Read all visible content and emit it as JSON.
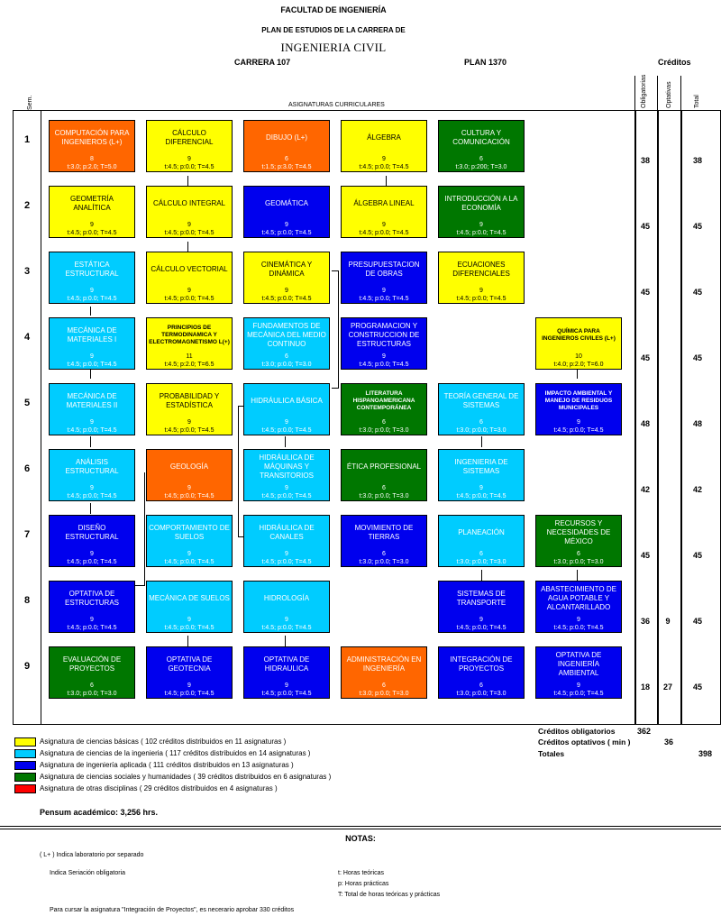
{
  "header": {
    "faculty": "FACULTAD DE INGENIERÍA",
    "plan_title": "PLAN DE ESTUDIOS DE LA CARRERA DE",
    "career": "INGENIERIA CIVIL",
    "career_code": "CARRERA 107",
    "plan": "PLAN 1370",
    "credits": "Créditos",
    "col_obligatorias": "Obligatorias",
    "col_optativas": "Optativas",
    "col_total": "Total",
    "sem": "Sem.",
    "asignaturas": "ASIGNATURAS CURRICULARES"
  },
  "colors": {
    "basicas": "#ffff00",
    "ingenieria": "#00ccff",
    "aplicada": "#0000ee",
    "sociales": "#007700",
    "otras": "#ff6600",
    "legend_otras": "#ff0000"
  },
  "semesters": [
    {
      "num": "1",
      "obl": "38",
      "opt": "",
      "tot": "38",
      "courses": [
        {
          "name": "COMPUTACIÓN PARA INGENIEROS (L+)",
          "cat": "otras",
          "cr": "8",
          "hrs": "t:3.0; p:2.0; T=5.0"
        },
        {
          "name": "CÁLCULO DIFERENCIAL",
          "cat": "basicas",
          "cr": "9",
          "hrs": "t:4.5; p:0.0; T=4.5"
        },
        {
          "name": "DIBUJO  (L+)",
          "cat": "otras",
          "cr": "6",
          "hrs": "t:1.5; p:3.0; T=4.5"
        },
        {
          "name": "ÁLGEBRA",
          "cat": "basicas",
          "cr": "9",
          "hrs": "t:4.5; p:0.0; T=4.5"
        },
        {
          "name": "CULTURA Y COMUNICACIÓN",
          "cat": "sociales",
          "cr": "6",
          "hrs": "t:3.0; p:200; T=3.0"
        }
      ]
    },
    {
      "num": "2",
      "obl": "45",
      "opt": "",
      "tot": "45",
      "courses": [
        {
          "name": "GEOMETRÍA ANALÍTICA",
          "cat": "basicas",
          "cr": "9",
          "hrs": "t:4.5; p:0.0; T=4.5"
        },
        {
          "name": "CÁLCULO INTEGRAL",
          "cat": "basicas",
          "cr": "9",
          "hrs": "t:4.5; p:0.0; T=4.5"
        },
        {
          "name": "GEOMÁTICA",
          "cat": "aplicada",
          "cr": "9",
          "hrs": "t:4.5; p:0.0; T=4.5"
        },
        {
          "name": "ÁLGEBRA LINEAL",
          "cat": "basicas",
          "cr": "9",
          "hrs": "t:4.5; p:0.0; T=4.5"
        },
        {
          "name": "INTRODUCCIÓN A LA ECONOMÍA",
          "cat": "sociales",
          "cr": "9",
          "hrs": "t:4.5; p:0.0; T=4.5"
        }
      ]
    },
    {
      "num": "3",
      "obl": "45",
      "opt": "",
      "tot": "45",
      "courses": [
        {
          "name": "ESTÁTICA ESTRUCTURAL",
          "cat": "ingenieria",
          "cr": "9",
          "hrs": "t:4.5; p:0.0; T=4.5"
        },
        {
          "name": "CÁLCULO VECTORIAL",
          "cat": "basicas",
          "cr": "9",
          "hrs": "t:4.5; p:0.0; T=4.5"
        },
        {
          "name": "CINEMÁTICA Y DINÁMICA",
          "cat": "basicas",
          "cr": "9",
          "hrs": "t:4.5; p:0.0; T=4.5"
        },
        {
          "name": "PRESUPUESTACION DE OBRAS",
          "cat": "aplicada",
          "cr": "9",
          "hrs": "t:4.5; p:0.0; T=4.5"
        },
        {
          "name": "ECUACIONES DIFERENCIALES",
          "cat": "basicas",
          "cr": "9",
          "hrs": "t:4.5; p:0.0; T=4.5"
        }
      ]
    },
    {
      "num": "4",
      "obl": "45",
      "opt": "",
      "tot": "45",
      "courses": [
        {
          "name": "MECÁNICA DE MATERIALES I",
          "cat": "ingenieria",
          "cr": "9",
          "hrs": "t:4.5; p:0.0; T=4.5"
        },
        {
          "name": "PRINCIPIOS DE TERMODINAMICA Y ELECTROMAGNETISMO L(+)",
          "cat": "basicas",
          "cr": "11",
          "hrs": "t:4.5; p:2.0; T=6.5",
          "tiny": true
        },
        {
          "name": "FUNDAMENTOS DE MECÁNICA DEL MEDIO CONTINUO",
          "cat": "ingenieria",
          "cr": "6",
          "hrs": "t:3.0; p:0.0; T=3.0"
        },
        {
          "name": "PROGRAMACION Y CONSTRUCCION DE ESTRUCTURAS",
          "cat": "aplicada",
          "cr": "9",
          "hrs": "t:4.5; p:0.0; T=4.5"
        },
        null,
        {
          "name": "QUÍMICA PARA INGENIEROS CIVILES (L+)",
          "cat": "basicas",
          "cr": "10",
          "hrs": "t:4.0; p:2.0; T=6.0",
          "tiny": true
        }
      ]
    },
    {
      "num": "5",
      "obl": "48",
      "opt": "",
      "tot": "48",
      "courses": [
        {
          "name": "MECÁNICA DE MATERIALES II",
          "cat": "ingenieria",
          "cr": "9",
          "hrs": "t:4.5; p:0.0; T=4.5"
        },
        {
          "name": "PROBABILIDAD Y ESTADÍSTICA",
          "cat": "basicas",
          "cr": "9",
          "hrs": "t:4.5; p:0.0; T=4.5"
        },
        {
          "name": "HIDRÁULICA BÁSICA",
          "cat": "ingenieria",
          "cr": "9",
          "hrs": "t:4.5; p:0.0; T=4.5"
        },
        {
          "name": "LITERATURA HISPANOAMERICANA CONTEMPORÁNEA",
          "cat": "sociales",
          "cr": "6",
          "hrs": "t:3.0; p:0.0; T=3.0",
          "tiny": true
        },
        {
          "name": "TEORÍA GENERAL DE SISTEMAS",
          "cat": "ingenieria",
          "cr": "6",
          "hrs": "t:3.0; p:0.0; T=3.0"
        },
        {
          "name": "IMPACTO AMBIENTAL Y MANEJO DE RESIDUOS MUNICIPALES",
          "cat": "aplicada",
          "cr": "9",
          "hrs": "t:4.5; p:0.0; T=4.5",
          "tiny": true
        }
      ]
    },
    {
      "num": "6",
      "obl": "42",
      "opt": "",
      "tot": "42",
      "courses": [
        {
          "name": "ANÁLISIS ESTRUCTURAL",
          "cat": "ingenieria",
          "cr": "9",
          "hrs": "t:4.5; p:0.0; T=4.5"
        },
        {
          "name": "GEOLOGÍA",
          "cat": "otras",
          "cr": "9",
          "hrs": "t:4.5; p:0.0; T=4.5"
        },
        {
          "name": "HIDRÁULICA DE MÁQUINAS Y TRANSITORIOS",
          "cat": "ingenieria",
          "cr": "9",
          "hrs": "t:4.5; p:0.0; T=4.5"
        },
        {
          "name": "ÉTICA PROFESIONAL",
          "cat": "sociales",
          "cr": "6",
          "hrs": "t:3.0; p:0.0; T=3.0"
        },
        {
          "name": "INGENIERIA DE SISTEMAS",
          "cat": "ingenieria",
          "cr": "9",
          "hrs": "t:4.5; p:0.0; T=4.5"
        }
      ]
    },
    {
      "num": "7",
      "obl": "45",
      "opt": "",
      "tot": "45",
      "courses": [
        {
          "name": "DISEÑO ESTRUCTURAL",
          "cat": "aplicada",
          "cr": "9",
          "hrs": "t:4.5; p:0.0; T=4.5"
        },
        {
          "name": "COMPORTAMIENTO DE SUELOS",
          "cat": "ingenieria",
          "cr": "9",
          "hrs": "t:4.5; p:0.0; T=4.5"
        },
        {
          "name": "HIDRÁULICA DE CANALES",
          "cat": "ingenieria",
          "cr": "9",
          "hrs": "t:4.5; p:0.0; T=4.5"
        },
        {
          "name": "MOVIMIENTO DE TIERRAS",
          "cat": "aplicada",
          "cr": "6",
          "hrs": "t:3.0; p:0.0; T=3.0"
        },
        {
          "name": "PLANEACIÓN",
          "cat": "ingenieria",
          "cr": "6",
          "hrs": "t:3.0; p:0.0; T=3.0"
        },
        {
          "name": "RECURSOS Y NECESIDADES DE MÉXICO",
          "cat": "sociales",
          "cr": "6",
          "hrs": "t:3.0; p:0.0; T=3.0"
        }
      ]
    },
    {
      "num": "8",
      "obl": "36",
      "opt": "9",
      "tot": "45",
      "courses": [
        {
          "name": "OPTATIVA DE ESTRUCTURAS",
          "cat": "aplicada",
          "cr": "9",
          "hrs": "t:4.5; p:0.0; T=4.5"
        },
        {
          "name": "MECÁNICA DE SUELOS",
          "cat": "ingenieria",
          "cr": "9",
          "hrs": "t:4.5; p:0.0; T=4.5"
        },
        {
          "name": "HIDROLOGÍA",
          "cat": "ingenieria",
          "cr": "9",
          "hrs": "t:4.5; p:0.0; T=4.5"
        },
        null,
        {
          "name": "SISTEMAS DE TRANSPORTE",
          "cat": "aplicada",
          "cr": "9",
          "hrs": "t:4.5; p:0.0; T=4.5"
        },
        {
          "name": "ABASTECIMIENTO DE AGUA POTABLE Y ALCANTARILLADO",
          "cat": "aplicada",
          "cr": "9",
          "hrs": "t:4.5; p:0.0; T=4.5"
        }
      ]
    },
    {
      "num": "9",
      "obl": "18",
      "opt": "27",
      "tot": "45",
      "courses": [
        {
          "name": "EVALUACIÓN DE PROYECTOS",
          "cat": "sociales",
          "cr": "6",
          "hrs": "t:3.0; p:0.0; T=3.0"
        },
        {
          "name": "OPTATIVA DE GEOTECNIA",
          "cat": "aplicada",
          "cr": "9",
          "hrs": "t:4.5; p:0.0; T=4.5"
        },
        {
          "name": "OPTATIVA DE HIDRAULICA",
          "cat": "aplicada",
          "cr": "9",
          "hrs": "t:4.5; p:0.0; T=4.5"
        },
        {
          "name": "ADMINISTRACIÓN EN INGENIERÍA",
          "cat": "otras",
          "cr": "6",
          "hrs": "t:3.0; p:0.0; T=3.0"
        },
        {
          "name": "INTEGRACIÓN DE PROYECTOS",
          "cat": "aplicada",
          "cr": "6",
          "hrs": "t:3.0; p:0.0; T=3.0"
        },
        {
          "name": "OPTATIVA DE INGENIERÍA AMBIENTAL",
          "cat": "aplicada",
          "cr": "9",
          "hrs": "t:4.5; p:0.0; T=4.5"
        }
      ]
    }
  ],
  "legend": [
    {
      "cat": "basicas",
      "text": "Asignatura de ciencias básicas ( 102 créditos distribuidos en 11 asignaturas )"
    },
    {
      "cat": "ingenieria",
      "text": "Asignatura de ciencias de la ingenieria ( 117 créditos distribuidos en 14 asignaturas )"
    },
    {
      "cat": "aplicada",
      "text": "Asignatura de ingeniería aplicada ( 111 créditos distribuidos en 13 asignaturas )"
    },
    {
      "cat": "sociales",
      "text": "Asignatura de ciencias sociales y humanidades ( 39 créditos distribuidos en 6 asignaturas )"
    },
    {
      "cat": "legend_otras",
      "text": "Asignatura de otras disciplinas ( 29 créditos distribuidos en 4 asignaturas )"
    }
  ],
  "totals": {
    "oblig_label": "Créditos obligatorios",
    "oblig_value": "362",
    "opt_label": "Créditos optativos ( min )",
    "opt_value": "36",
    "tot_label": "Totales",
    "tot_value": "398"
  },
  "pensum": "Pensum académico: 3,256 hrs.",
  "notes": {
    "title": "NOTAS:",
    "lab": "( L+ ) Indica laboratorio por separado",
    "seriacion": "Indica Seriación obligatoria",
    "t": "t: Horas teóricas",
    "p": "p: Horas prácticas",
    "T": "T: Total de horas teóricas y prácticas",
    "integracion": "Para cursar la asignatura \"Integración de Proyectos\", es necerario aprobar 330 créditos"
  }
}
